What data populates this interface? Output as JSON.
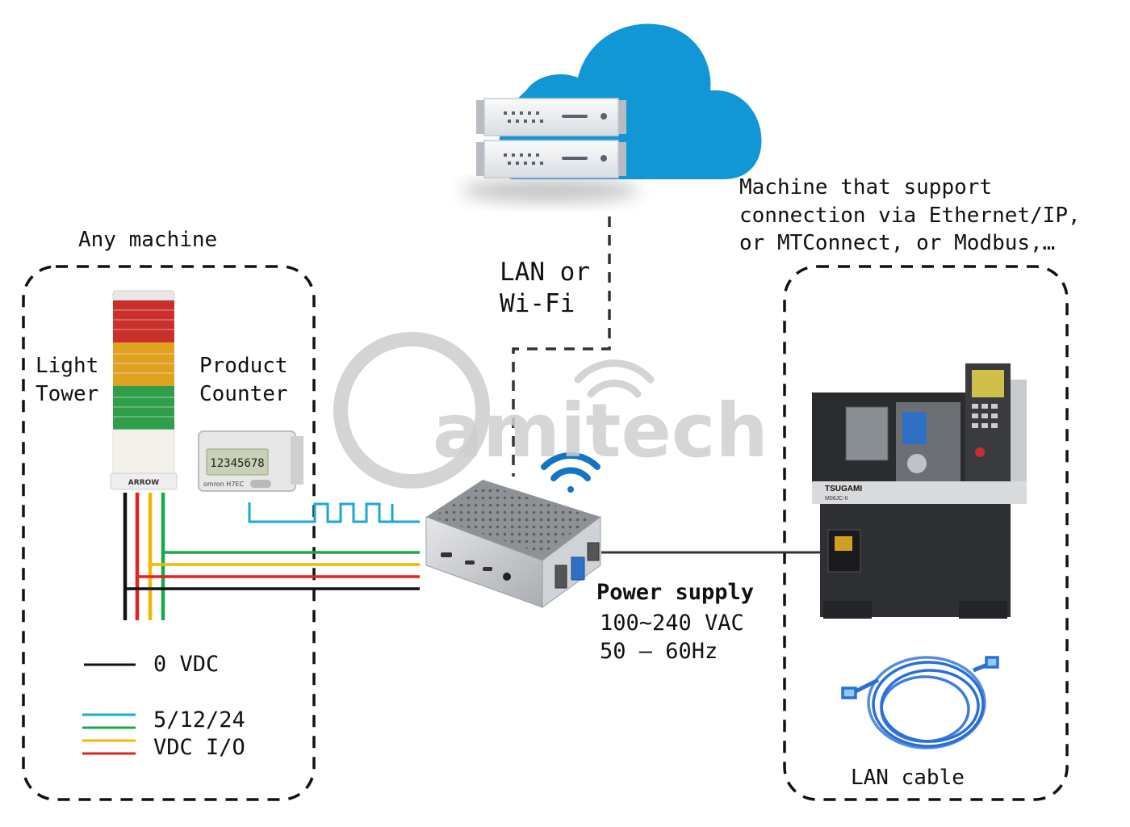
{
  "watermark": {
    "initial": "S",
    "rest": "amitech"
  },
  "any_machine": {
    "title": "Any machine",
    "light_tower": {
      "line1": "Light",
      "line2": "Tower"
    },
    "product_counter": {
      "line1": "Product",
      "line2": "Counter",
      "brand": "omron H7EC",
      "display": "12345678"
    },
    "tower_brand": "ARROW"
  },
  "legend": {
    "zero_vdc": "0 VDC",
    "io_line1": "5/12/24",
    "io_line2": "VDC I/O"
  },
  "network": {
    "line1": "LAN or",
    "line2": "Wi-Fi"
  },
  "power": {
    "title": "Power supply",
    "voltage": "100~240 VAC",
    "frequency": "50 – 60Hz"
  },
  "cnc_machine": {
    "caption_line1": "Machine that support",
    "caption_line2": "connection via Ethernet/IP,",
    "caption_line3": "or MTConnect, or Modbus,…",
    "brand": "TSUGAMI",
    "model": "M06JC-II"
  },
  "lan_cable": {
    "label": "LAN cable"
  },
  "colors": {
    "zero_vdc": "#111111",
    "signal_blue": "#1aa7d9",
    "signal_green": "#1aa84a",
    "signal_yellow": "#f2b800",
    "signal_red": "#e3241b",
    "cloud": "#1196d6",
    "wifi": "#1474c4"
  }
}
